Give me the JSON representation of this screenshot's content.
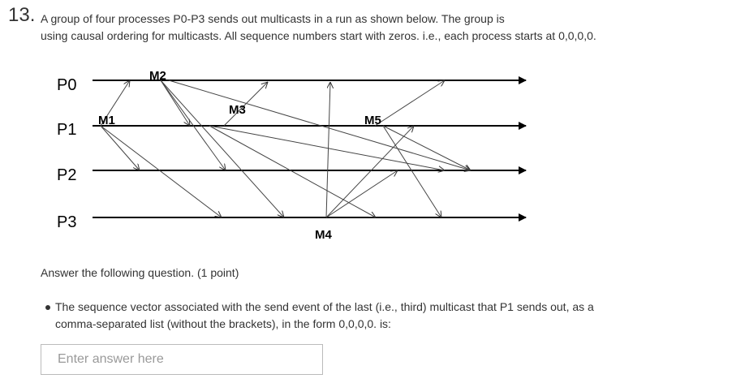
{
  "question": {
    "number": "13.",
    "line1": "A group of four processes P0-P3 sends out multicasts in a run as shown below. The group is",
    "line2": "using causal ordering for multicasts. All sequence numbers start with zeros. i.e., each process starts at 0,0,0,0."
  },
  "diagram": {
    "processes": [
      "P0",
      "P1",
      "P2",
      "P3"
    ],
    "multicasts": [
      "M1",
      "M2",
      "M3",
      "M4",
      "M5"
    ]
  },
  "prompt": "Answer the following question. (1 point)",
  "bullet": "The sequence vector associated with the send event of the last (i.e., third) multicast that P1 sends out, as a comma-separated list (without the brackets), in the form 0,0,0,0. is:",
  "answer": {
    "placeholder": "Enter answer here",
    "value": ""
  }
}
